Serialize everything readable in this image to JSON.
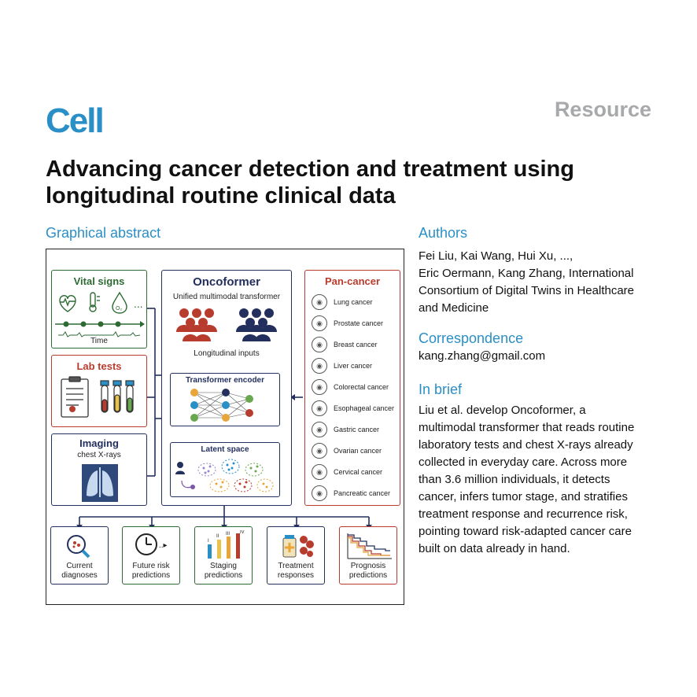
{
  "header": {
    "journal": "Cell",
    "article_type": "Resource",
    "title": "Advancing cancer detection and treatment using longitudinal routine clinical data"
  },
  "graphical_abstract": {
    "heading": "Graphical abstract",
    "vital_signs": {
      "title": "Vital signs",
      "time_label": "Time",
      "ellipsis": "..."
    },
    "lab_tests": {
      "title": "Lab tests"
    },
    "imaging": {
      "title": "Imaging",
      "subtitle": "chest X-rays"
    },
    "oncoformer": {
      "title": "Oncoformer",
      "subtitle": "Unified multimodal transformer",
      "inputs_label": "Longitudinal inputs",
      "encoder_label": "Transformer encoder",
      "latent_label": "Latent space"
    },
    "pan_cancer": {
      "title": "Pan-cancer",
      "items": [
        "Lung cancer",
        "Prostate cancer",
        "Breast cancer",
        "Liver cancer",
        "Colorectal cancer",
        "Esophageal cancer",
        "Gastric cancer",
        "Ovarian cancer",
        "Cervical cancer",
        "Pancreatic cancer"
      ]
    },
    "outputs": [
      {
        "label_1": "Current",
        "label_2": "diagnoses",
        "icon": "magnifier-icon"
      },
      {
        "label_1": "Future risk",
        "label_2": "predictions",
        "icon": "clock-icon"
      },
      {
        "label_1": "Staging",
        "label_2": "predictions",
        "icon": "staging-bars-icon"
      },
      {
        "label_1": "Treatment",
        "label_2": "responses",
        "icon": "medication-icon"
      },
      {
        "label_1": "Prognosis",
        "label_2": "predictions",
        "icon": "survival-curve-icon"
      }
    ],
    "staging_roman": [
      "I",
      "II",
      "III",
      "IV"
    ],
    "colors": {
      "green": "#2e6b34",
      "red": "#b83c2e",
      "navy": "#23305e",
      "teal": "#2b8fc7"
    }
  },
  "authors": {
    "heading": "Authors",
    "line_1": "Fei Liu, Kai Wang, Hui Xu, ...,",
    "line_2": "Eric Oermann, Kang Zhang, International",
    "line_3": "Consortium of Digital Twins in Healthcare",
    "line_4": "and Medicine"
  },
  "correspondence": {
    "heading": "Correspondence",
    "email": "kang.zhang@gmail.com"
  },
  "in_brief": {
    "heading": "In brief",
    "lines": [
      "Liu et al. develop Oncoformer, a",
      "multimodal transformer that reads routine",
      "laboratory tests and chest X-rays already",
      "collected in everyday care. Across more",
      "than 3.6 million individuals, it detects",
      "cancer, infers tumor stage, and stratifies",
      "treatment response and recurrence risk,",
      "pointing toward risk-adapted cancer care",
      "built on data already in hand."
    ]
  }
}
